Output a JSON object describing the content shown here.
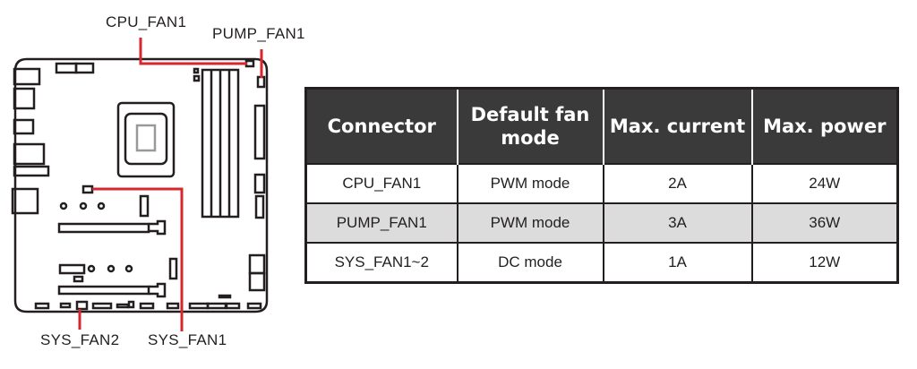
{
  "diagram": {
    "labels": {
      "cpu_fan1": "CPU_FAN1",
      "pump_fan1": "PUMP_FAN1",
      "sys_fan2": "SYS_FAN2",
      "sys_fan1": "SYS_FAN1"
    },
    "accent_color": "#d7262e"
  },
  "table": {
    "headers": [
      "Connector",
      "Default fan mode",
      "Max. current",
      "Max. power"
    ],
    "rows": [
      [
        "CPU_FAN1",
        "PWM mode",
        "2A",
        "24W"
      ],
      [
        "PUMP_FAN1",
        "PWM mode",
        "3A",
        "36W"
      ],
      [
        "SYS_FAN1~2",
        "DC mode",
        "1A",
        "12W"
      ]
    ]
  }
}
